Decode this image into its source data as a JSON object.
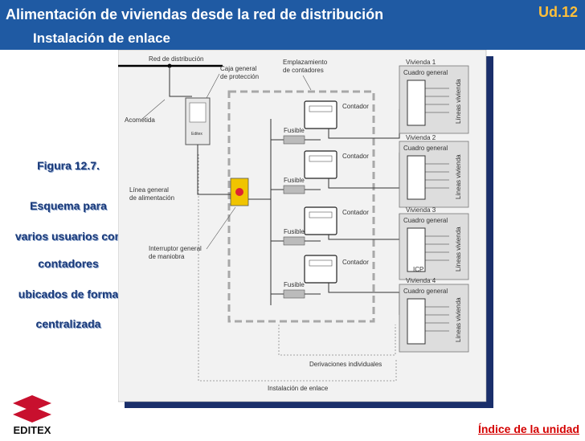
{
  "header": {
    "title": "Alimentación de viviendas desde la red de distribución",
    "subtitle": "Instalación de enlace",
    "unit": "Ud.12"
  },
  "caption": {
    "figure": "Figura 12.7.",
    "lines": [
      "Esquema para",
      "varios usuarios con",
      "contadores",
      "ubicados de forma",
      "centralizada"
    ]
  },
  "diagram": {
    "red": "Red de distribución",
    "caja": [
      "Caja general",
      "de protección"
    ],
    "emplaz": [
      "Emplazamiento",
      "de contadores"
    ],
    "acometida": "Acometida",
    "linea": [
      "Línea general",
      "de alimentación"
    ],
    "interruptor": [
      "Interruptor general",
      "de maniobra"
    ],
    "fusible": "Fusible",
    "contador": "Contador",
    "vivienda_prefix": "Vivienda",
    "cuadro": "Cuadro general",
    "lineas_vivienda": "Líneas vivienda",
    "icp": "ICP",
    "derivaciones": "Derivaciones individuales",
    "instalacion": "Instalación de enlace",
    "box_brand": "Editex",
    "viviendas": [
      "1",
      "2",
      "3",
      "4"
    ]
  },
  "footer": {
    "logo_text": "EDITEX",
    "index_link": "Índice de la unidad"
  },
  "colors": {
    "header_bg": "#1f5aa3",
    "unit_text": "#ffbf3a",
    "caption_text": "#1a3a7a",
    "link_text": "#d40000",
    "logo_red": "#c8102e"
  }
}
